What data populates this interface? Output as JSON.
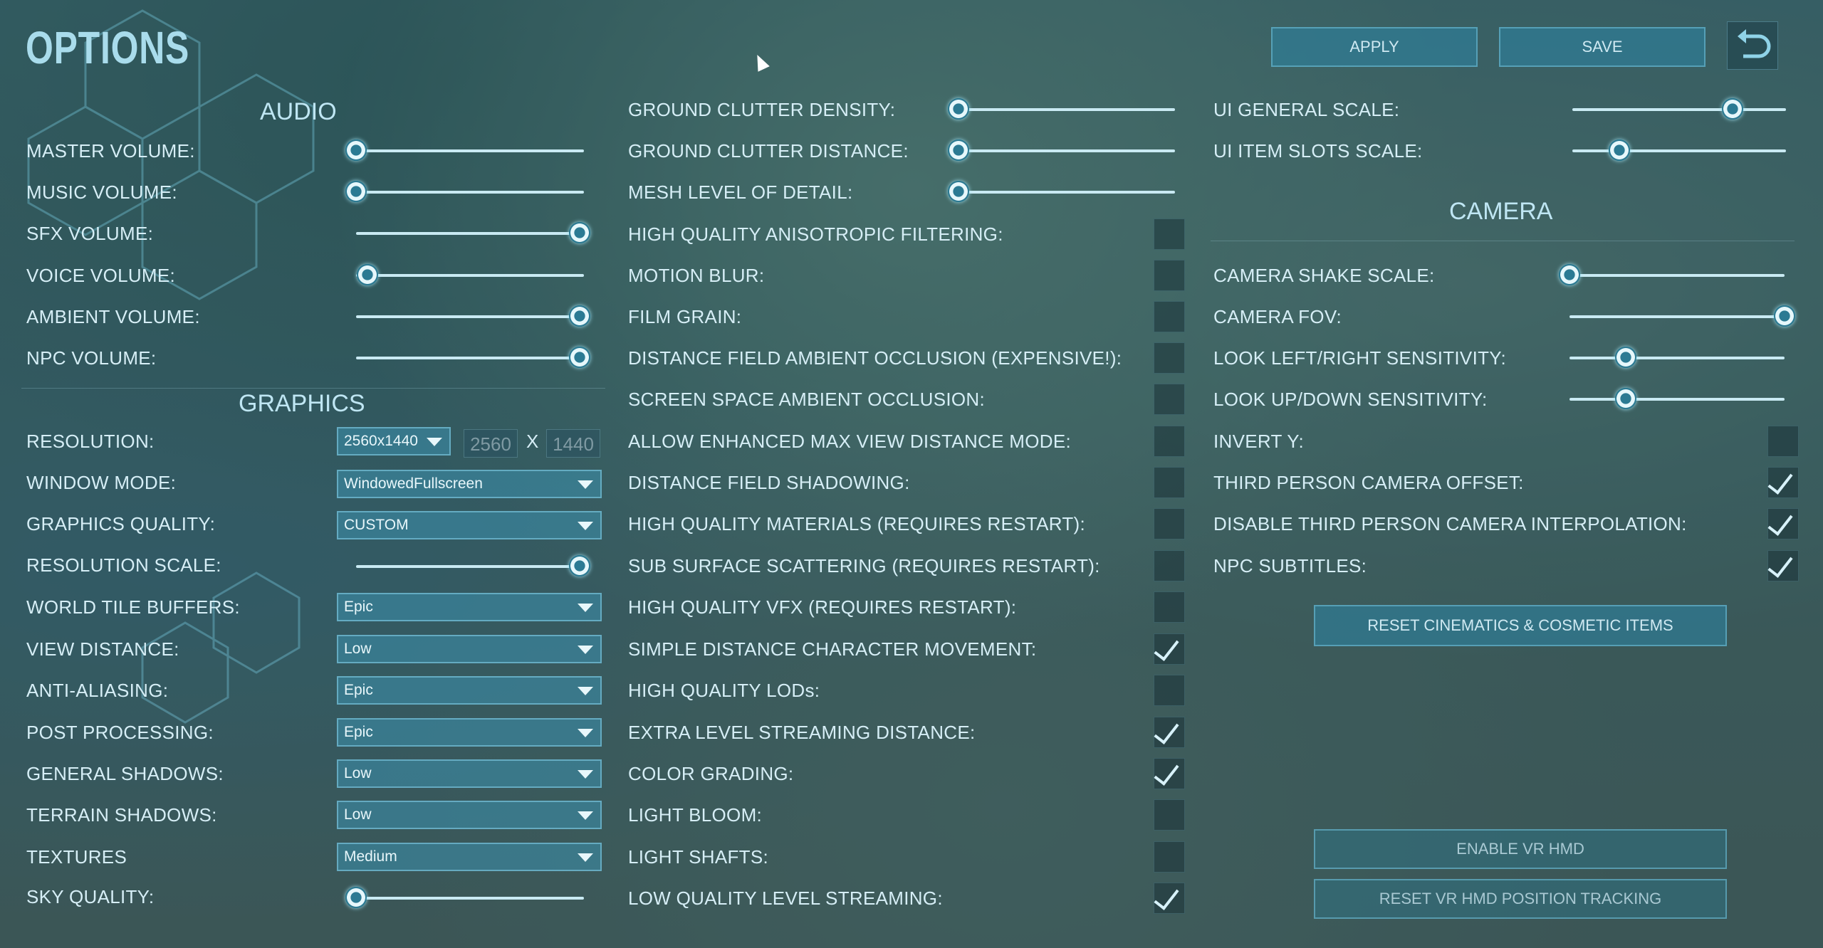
{
  "title": "OPTIONS",
  "header": {
    "apply": "APPLY",
    "save": "SAVE",
    "undo_icon": "undo-icon"
  },
  "audio": {
    "heading": "AUDIO",
    "sliders": [
      {
        "label": "MASTER VOLUME:",
        "value": 0.0
      },
      {
        "label": "MUSIC VOLUME:",
        "value": 0.0
      },
      {
        "label": "SFX VOLUME:",
        "value": 0.98
      },
      {
        "label": "VOICE VOLUME:",
        "value": 0.05
      },
      {
        "label": "AMBIENT VOLUME:",
        "value": 0.98
      },
      {
        "label": "NPC VOLUME:",
        "value": 0.98
      }
    ]
  },
  "graphics": {
    "heading": "GRAPHICS",
    "resolution": {
      "label": "RESOLUTION:",
      "value": "2560x1440",
      "width": "2560",
      "x": "X",
      "height": "1440"
    },
    "window_mode": {
      "label": "WINDOW MODE:",
      "value": "WindowedFullscreen"
    },
    "graphics_quality": {
      "label": "GRAPHICS QUALITY:",
      "value": "CUSTOM"
    },
    "resolution_scale": {
      "label": "RESOLUTION SCALE:",
      "value": 0.98
    },
    "dropdowns": [
      {
        "label": "WORLD TILE BUFFERS:",
        "value": "Epic"
      },
      {
        "label": "VIEW DISTANCE:",
        "value": "Low"
      },
      {
        "label": "ANTI-ALIASING:",
        "value": "Epic"
      },
      {
        "label": "POST PROCESSING:",
        "value": "Epic"
      },
      {
        "label": "GENERAL SHADOWS:",
        "value": "Low"
      },
      {
        "label": "TERRAIN SHADOWS:",
        "value": "Low"
      },
      {
        "label": "TEXTURES",
        "value": "Medium"
      }
    ],
    "sky_quality": {
      "label": "SKY QUALITY:",
      "value": 0.0
    }
  },
  "middle": {
    "sliders": [
      {
        "label": "GROUND CLUTTER DENSITY:",
        "value": 0.0
      },
      {
        "label": "GROUND CLUTTER DISTANCE:",
        "value": 0.0
      },
      {
        "label": "MESH LEVEL OF DETAIL:",
        "value": 0.0
      }
    ],
    "checkboxes": [
      {
        "label": "HIGH QUALITY ANISOTROPIC FILTERING:",
        "checked": false
      },
      {
        "label": "MOTION BLUR:",
        "checked": false
      },
      {
        "label": "FILM GRAIN:",
        "checked": false
      },
      {
        "label": "DISTANCE FIELD AMBIENT OCCLUSION (EXPENSIVE!):",
        "checked": false
      },
      {
        "label": "SCREEN SPACE AMBIENT OCCLUSION:",
        "checked": false
      },
      {
        "label": "ALLOW ENHANCED MAX VIEW DISTANCE MODE:",
        "checked": false
      },
      {
        "label": "DISTANCE FIELD SHADOWING:",
        "checked": false
      },
      {
        "label": "HIGH QUALITY MATERIALS (REQUIRES RESTART):",
        "checked": false
      },
      {
        "label": "SUB SURFACE SCATTERING (REQUIRES RESTART):",
        "checked": false
      },
      {
        "label": "HIGH QUALITY VFX (REQUIRES RESTART):",
        "checked": false
      },
      {
        "label": "SIMPLE DISTANCE CHARACTER MOVEMENT:",
        "checked": true
      },
      {
        "label": "HIGH QUALITY LODs:",
        "checked": false
      },
      {
        "label": "EXTRA LEVEL STREAMING DISTANCE:",
        "checked": true
      },
      {
        "label": "COLOR GRADING:",
        "checked": true
      },
      {
        "label": "LIGHT BLOOM:",
        "checked": false
      },
      {
        "label": "LIGHT SHAFTS:",
        "checked": false
      },
      {
        "label": "LOW QUALITY LEVEL STREAMING:",
        "checked": true
      }
    ]
  },
  "ui": {
    "sliders": [
      {
        "label": "UI GENERAL SCALE:",
        "value": 0.75
      },
      {
        "label": "UI ITEM SLOTS SCALE:",
        "value": 0.22
      }
    ]
  },
  "camera": {
    "heading": "CAMERA",
    "sliders": [
      {
        "label": "CAMERA SHAKE SCALE:",
        "value": 0.0
      },
      {
        "label": "CAMERA FOV:",
        "value": 1.0
      },
      {
        "label": "LOOK LEFT/RIGHT SENSITIVITY:",
        "value": 0.26
      },
      {
        "label": "LOOK UP/DOWN SENSITIVITY:",
        "value": 0.26
      }
    ],
    "checkboxes": [
      {
        "label": "INVERT Y:",
        "checked": false
      },
      {
        "label": "THIRD PERSON CAMERA OFFSET:",
        "checked": true
      },
      {
        "label": "DISABLE THIRD PERSON CAMERA INTERPOLATION:",
        "checked": true
      },
      {
        "label": "NPC SUBTITLES:",
        "checked": true
      }
    ],
    "reset_cinematics": "RESET CINEMATICS & COSMETIC ITEMS",
    "enable_vr": "ENABLE VR HMD",
    "reset_vr": "RESET VR HMD POSITION TRACKING"
  }
}
